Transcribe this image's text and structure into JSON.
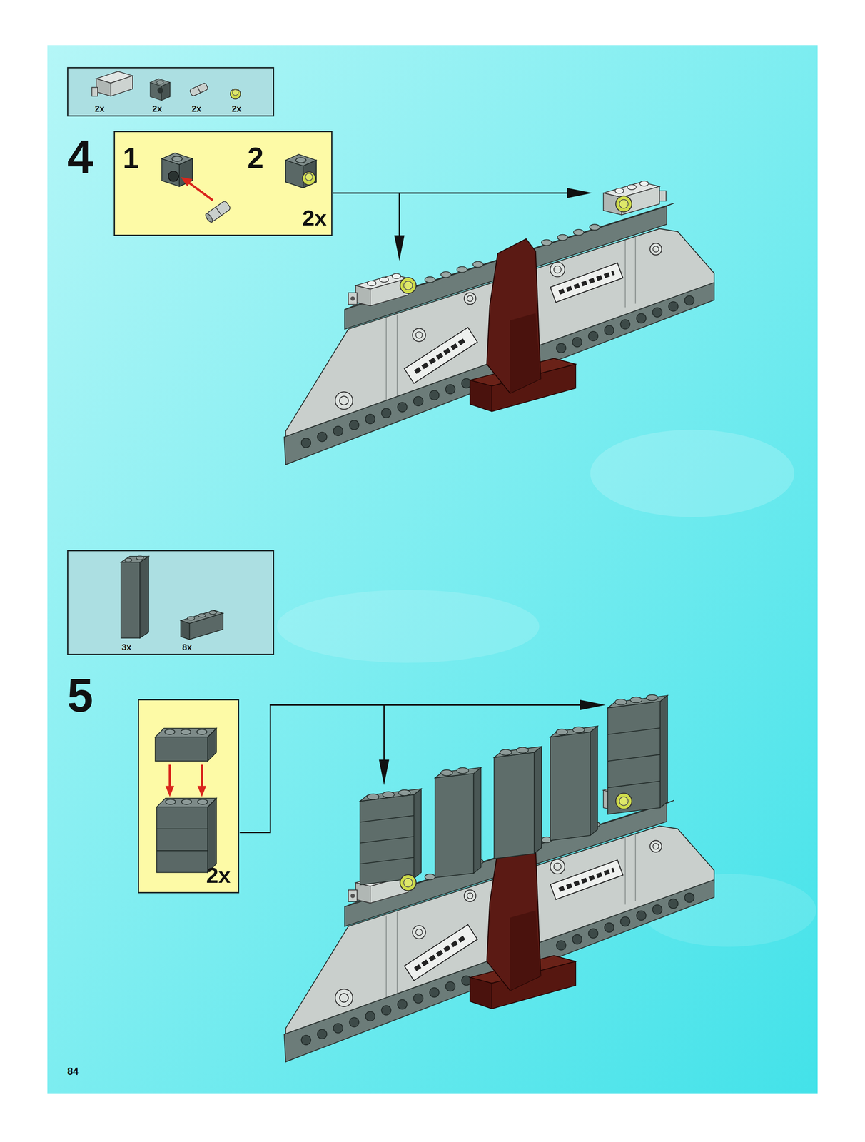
{
  "diagram": {
    "nodes": [
      {
        "text": [
          "2x",
          "2x",
          "2x",
          "2x"
        ]
      },
      {
        "text": [
          "1",
          "2",
          "2x"
        ]
      },
      {
        "text": [
          "3x",
          "8x"
        ]
      },
      {
        "text": [
          "2x"
        ]
      }
    ],
    "labels": [
      "4",
      "5",
      "84"
    ]
  }
}
